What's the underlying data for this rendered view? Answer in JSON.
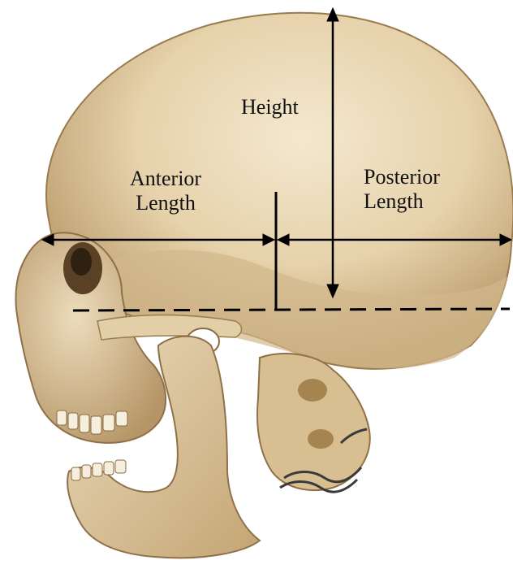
{
  "labels": {
    "height": "Height",
    "anterior_line1": "Anterior",
    "anterior_line2": "Length",
    "posterior_line1": "Posterior",
    "posterior_line2": "Length"
  },
  "colors": {
    "bone_light": "#efe0c2",
    "bone_mid": "#d9c196",
    "bone_dark": "#a8875a",
    "bone_shadow": "#6e5535",
    "measure_line": "#000000"
  }
}
